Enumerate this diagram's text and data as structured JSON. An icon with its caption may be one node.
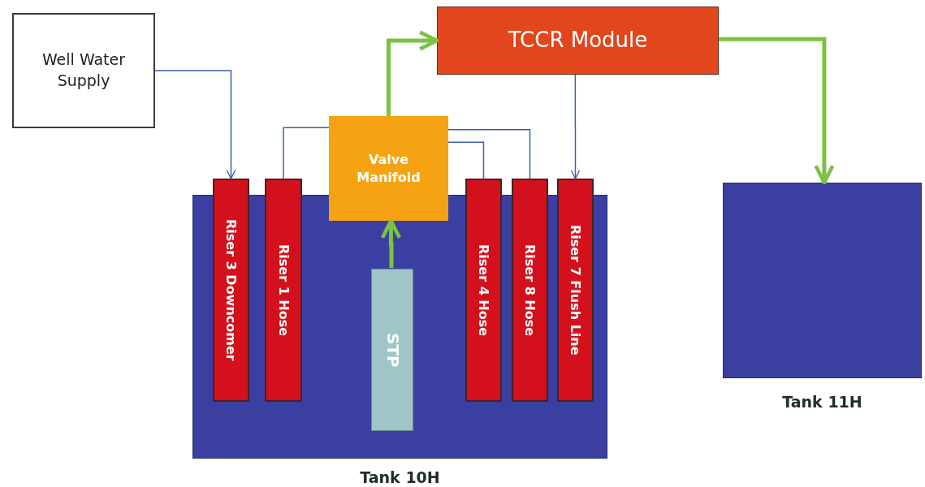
{
  "diagram": {
    "nodes": [
      {
        "text": [
          "Well Water Supply"
        ]
      },
      {
        "text": [
          "TCCR Module"
        ]
      },
      {
        "text": [
          "Valve Manifold"
        ]
      },
      {
        "text": [
          "Tank 10H"
        ]
      },
      {
        "text": [
          "Riser 3 Downcomer"
        ]
      },
      {
        "text": [
          "Riser 1 Hose"
        ]
      },
      {
        "text": [
          "STP"
        ],
        "in": 3
      },
      {
        "text": [
          "Riser 4 Hose"
        ]
      },
      {
        "text": [
          "Riser 8 Hose"
        ]
      },
      {
        "text": [
          "Riser 7 Flush Line"
        ]
      },
      {
        "text": [
          "Tank 11H"
        ]
      }
    ],
    "edges": [
      {
        "from": 0,
        "to": 4,
        "arrow": "to"
      },
      {
        "from": 5,
        "to": 2,
        "arrow": "none"
      },
      {
        "from": 2,
        "to": 7,
        "arrow": "none"
      },
      {
        "from": 2,
        "to": 8,
        "arrow": "none"
      },
      {
        "from": 1,
        "to": 9,
        "arrow": "to"
      },
      {
        "from": 2,
        "to": 1,
        "arrow": "to",
        "style": "thick",
        "color": "#7cc242"
      },
      {
        "from": 6,
        "to": 2,
        "arrow": "to",
        "style": "thick",
        "color": "#7cc242"
      },
      {
        "from": 1,
        "to": 10,
        "arrow": "to",
        "style": "thick",
        "color": "#7cc242"
      }
    ]
  }
}
